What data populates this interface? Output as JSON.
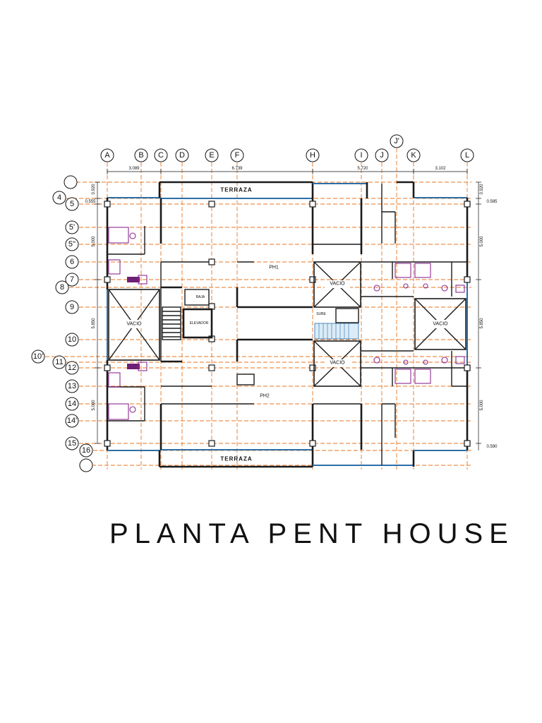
{
  "title": "PLANTA PENT HOUSE",
  "axes_letters": [
    "A",
    "B",
    "C",
    "D",
    "E",
    "F",
    "H",
    "I",
    "J",
    "K",
    "L",
    "J'"
  ],
  "axes_numbers": [
    "4",
    "5",
    "5'",
    "5''",
    "6",
    "7",
    "8",
    "9",
    "10",
    "10'",
    "11",
    "12",
    "13",
    "14",
    "14'",
    "15",
    "16"
  ],
  "dimensions_top": [
    "3.089",
    "6.739",
    "5.720",
    "3.102"
  ],
  "dimensions_left": [
    "0.920",
    "0.555",
    "5.000",
    "5.850",
    "5.000"
  ],
  "dimensions_right": [
    "0.920",
    "0.585",
    "5.000",
    "5.850",
    "5.000",
    "0.590"
  ],
  "spaces": {
    "terrace_top": "TERRAZA",
    "terrace_bottom": "TERRAZA",
    "ph1": "PH1",
    "ph2": "PH2",
    "elevator": "ELEVADOR",
    "void": "VACIO",
    "stair_down": "BAJA",
    "stair_up": "SUBE"
  },
  "colors": {
    "grid": "#e8761f",
    "wall": "#1a1a1a",
    "glass": "#2b6fa8",
    "fixture": "#8a2a8f"
  }
}
